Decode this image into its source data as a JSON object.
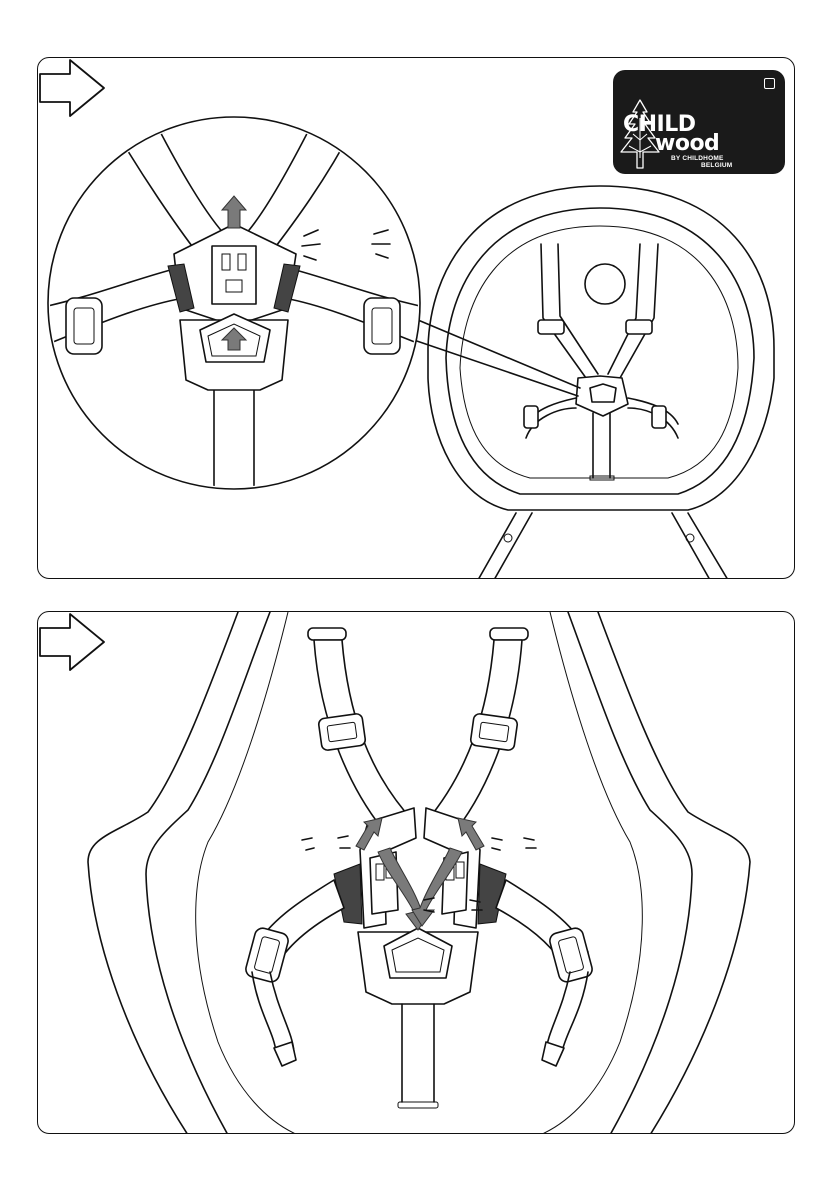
{
  "logo": {
    "line1": "CHILD",
    "line2": "wood",
    "line3": "BY CHILDHOME",
    "line4": "BELGIUM"
  },
  "colors": {
    "ink": "#111111",
    "logo_bg": "#1a1a1a",
    "arrow_grey": "#7a7a7a"
  },
  "panels": [
    {
      "step_icon": "outline-right-arrow-icon",
      "content": "zoom detail of harness buckle release on high chair seat"
    },
    {
      "step_icon": "outline-right-arrow-icon",
      "content": "harness buckle halves separating"
    }
  ]
}
